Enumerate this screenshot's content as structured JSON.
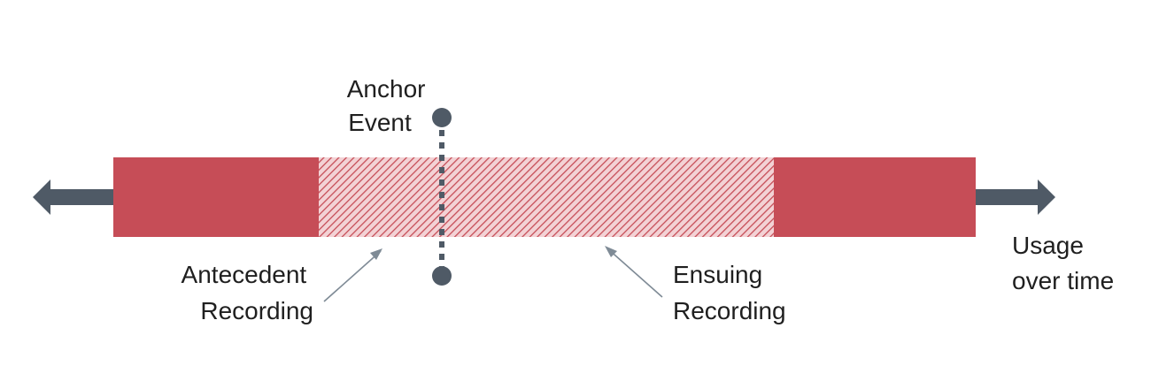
{
  "anchor_label": {
    "line1": "Anchor",
    "line2": "Event"
  },
  "antecedent_label": {
    "line1": "Antecedent",
    "line2": "Recording"
  },
  "ensuing_label": {
    "line1": "Ensuing",
    "line2": "Recording"
  },
  "axis_label": {
    "line1": "Usage",
    "line2": "over time"
  },
  "colors": {
    "bar": "#c64d57",
    "hatch_bg": "#f3d2d5",
    "hatch_line": "#c64d57",
    "axis": "#4f5a66",
    "pointer": "#7f8b96",
    "text": "#1f1f1f"
  }
}
